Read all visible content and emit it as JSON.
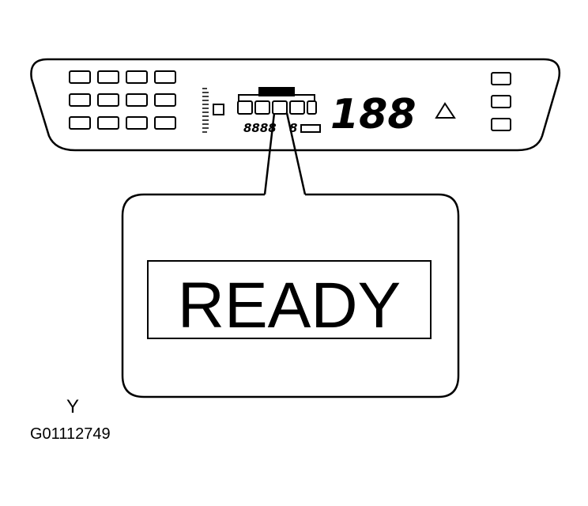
{
  "display": {
    "segment_readout": "188",
    "small_segment_readout": "8888",
    "small_segment_single": "8"
  },
  "callout": {
    "label": "READY"
  },
  "footer": {
    "marker": "Y",
    "figure_code": "G01112749"
  },
  "colors": {
    "ink": "#000000",
    "background": "#ffffff"
  },
  "icons": {
    "warning": "triangle-warning-icon"
  }
}
